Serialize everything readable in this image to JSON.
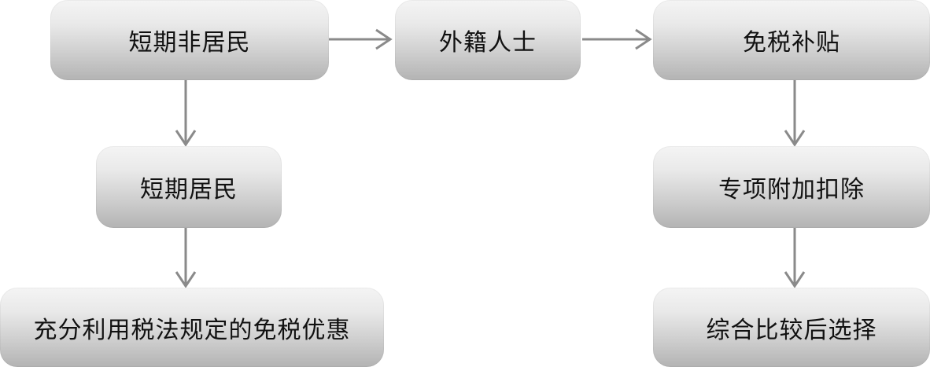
{
  "diagram": {
    "nodes": [
      {
        "id": "short-term-nonresident",
        "label": "短期非居民"
      },
      {
        "id": "foreign-national",
        "label": "外籍人士"
      },
      {
        "id": "tax-free-allowance",
        "label": "免税补贴"
      },
      {
        "id": "short-term-resident",
        "label": "短期居民"
      },
      {
        "id": "special-additional-deduction",
        "label": "专项附加扣除"
      },
      {
        "id": "use-tax-exemptions",
        "label": "充分利用税法规定的免税优惠"
      },
      {
        "id": "compare-and-choose",
        "label": "综合比较后选择"
      }
    ],
    "edges": [
      {
        "from": "short-term-nonresident",
        "to": "foreign-national"
      },
      {
        "from": "foreign-national",
        "to": "tax-free-allowance"
      },
      {
        "from": "short-term-nonresident",
        "to": "short-term-resident"
      },
      {
        "from": "short-term-resident",
        "to": "use-tax-exemptions"
      },
      {
        "from": "tax-free-allowance",
        "to": "special-additional-deduction"
      },
      {
        "from": "special-additional-deduction",
        "to": "compare-and-choose"
      }
    ],
    "colors": {
      "arrow": "#8a8a8a",
      "node_top": "#f4f4f4",
      "node_bottom": "#b3b3b3",
      "text": "#111111"
    }
  }
}
